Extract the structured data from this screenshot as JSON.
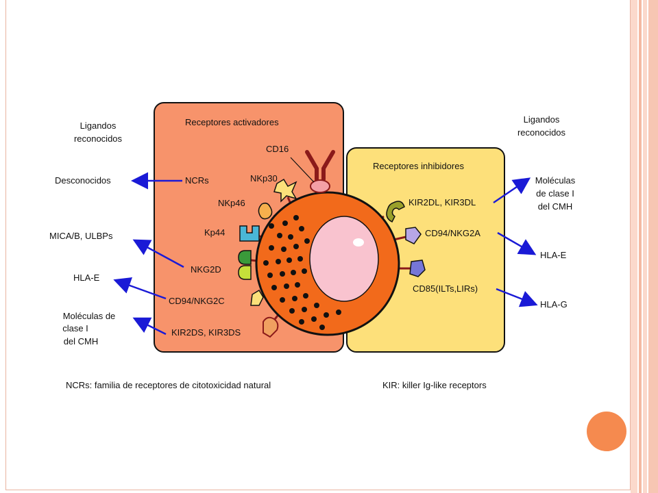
{
  "diagram": {
    "activating_title": "Receptores activadores",
    "inhibitory_title": "Receptores inhibidores",
    "left_heading": [
      "Ligandos",
      "reconocidos"
    ],
    "right_heading": [
      "Ligandos",
      "reconocidos"
    ],
    "activating_receptors": [
      "CD16",
      "NKp30",
      "NCRs",
      "NKp46",
      "Kp44",
      "NKG2D",
      "CD94/NKG2C",
      "KIR2DS, KIR3DS"
    ],
    "inhibitory_receptors": [
      "KIR2DL, KIR3DL",
      "CD94/NKG2A",
      "CD85(ILTs,LIRs)"
    ],
    "left_ligands": {
      "ncrs": "Desconocidos",
      "nkg2d": "MICA/B, ULBPs",
      "cd94_nkg2c": "HLA-E",
      "kir2ds": [
        "Moléculas de",
        "clase I",
        "del CMH"
      ]
    },
    "right_ligands": {
      "kir2dl": [
        "Moléculas",
        "de clase I",
        "del CMH"
      ],
      "cd94_nkg2a": "HLA-E",
      "cd85": "HLA-G"
    },
    "footnote_left": "NCRs: familia de receptores de citotoxicidad natural",
    "footnote_right": "KIR: killer Ig-like receptors"
  },
  "colors": {
    "activating_bg": "#f7936b",
    "inhibitory_bg": "#fde07a",
    "cell": "#f26a1b",
    "nucleus": "#f9c3cf",
    "arrow": "#1a1ad6",
    "accent": "#f58a4f"
  }
}
